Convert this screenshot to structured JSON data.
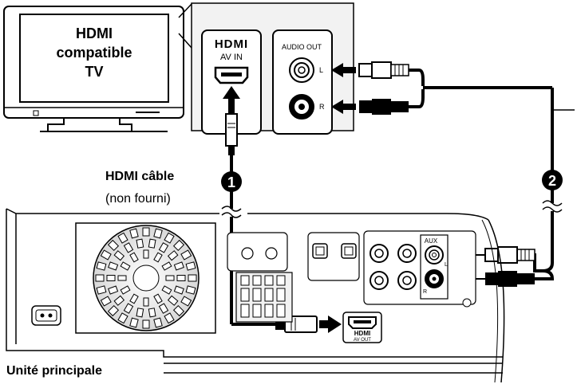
{
  "tv": {
    "line1": "HDMI",
    "line2": "compatible",
    "line3": "TV"
  },
  "tv_panel": {
    "hdmi_logo": "HDMI",
    "hdmi_port_label": "AV IN",
    "audio_out_label": "AUDIO OUT",
    "audio_l": "L",
    "audio_r": "R"
  },
  "cable_hdmi": {
    "step": "1",
    "title": "HDMI câble",
    "subtitle": "(non fourni)"
  },
  "cable_audio": {
    "step": "2"
  },
  "main_unit": {
    "label": "Unité principale",
    "aux_label": "AUX",
    "aux_l": "L",
    "aux_r": "R",
    "hdmi_logo": "HDMI",
    "hdmi_port_label": "AV OUT"
  },
  "colors": {
    "line": "#000000",
    "panel_fill": "#f2f2f2",
    "background": "#ffffff"
  }
}
